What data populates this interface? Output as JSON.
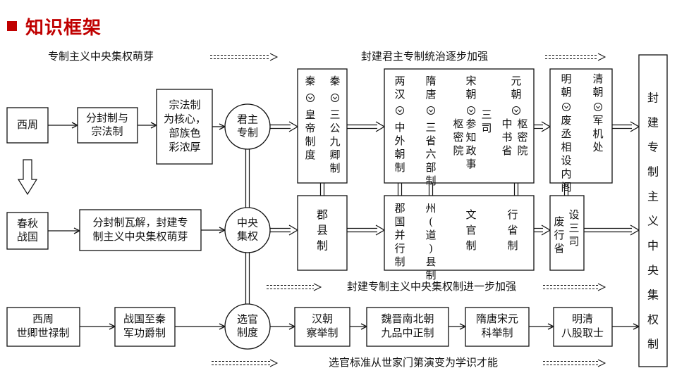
{
  "header": {
    "title": "知识框架"
  },
  "captions": {
    "sprout": "专制主义中央集权萌芽",
    "strengthen_monarch": "封建君主专制统治逐步加强",
    "strengthen_central": "封建专制主义中央集权制进一步加强",
    "official_selection": "选官标准从世家门第演变为学识才能"
  },
  "left": {
    "xizhou": "西周",
    "fenfeng": [
      "分封制与",
      "宗法制"
    ],
    "zongfa": [
      "宗法制",
      "为核心，",
      "部族色",
      "彩浓厚"
    ],
    "chunqiu": [
      "春秋",
      "战国"
    ],
    "wajie": [
      "分封制瓦解，封建专",
      "制主义中央集权萌芽"
    ],
    "shiqing": [
      "西周",
      "世卿世禄制"
    ],
    "jungong": [
      "战国至秦",
      "军功爵制"
    ]
  },
  "circles": {
    "monarch": [
      "君主",
      "专制"
    ],
    "central": [
      "中央",
      "集权"
    ],
    "selection": [
      "选官",
      "制度"
    ]
  },
  "monarch_row": {
    "qin_huangdi": [
      "秦",
      "皇帝制度"
    ],
    "qin_sangong": [
      "秦",
      "三公九卿制"
    ],
    "han": [
      "两汉",
      "中外朝制"
    ],
    "suitang": [
      "隋唐",
      "三省六部制"
    ],
    "song": [
      "宋朝",
      "枢密院",
      "参知政事",
      "三司"
    ],
    "yuan": [
      "元朝",
      "枢密院",
      "中书省"
    ],
    "ming": [
      "明朝",
      "废丞相设内阁"
    ],
    "qing": [
      "清朝",
      "军机处"
    ]
  },
  "central_row": {
    "junxian": "郡县制",
    "han": "郡国并行制",
    "suitang": "州(道)县制",
    "song": "文官制",
    "yuan": "行省制",
    "mingqing_a": "废行省",
    "mingqing_b": "设三司"
  },
  "selection_row": {
    "han": [
      "汉朝",
      "察举制"
    ],
    "weijin": [
      "魏晋南北朝",
      "九品中正制"
    ],
    "suitang": [
      "隋唐宋元",
      "科举制"
    ],
    "mingqing": [
      "明清",
      "八股取士"
    ]
  },
  "result": "封建专制主义中央集权制"
}
